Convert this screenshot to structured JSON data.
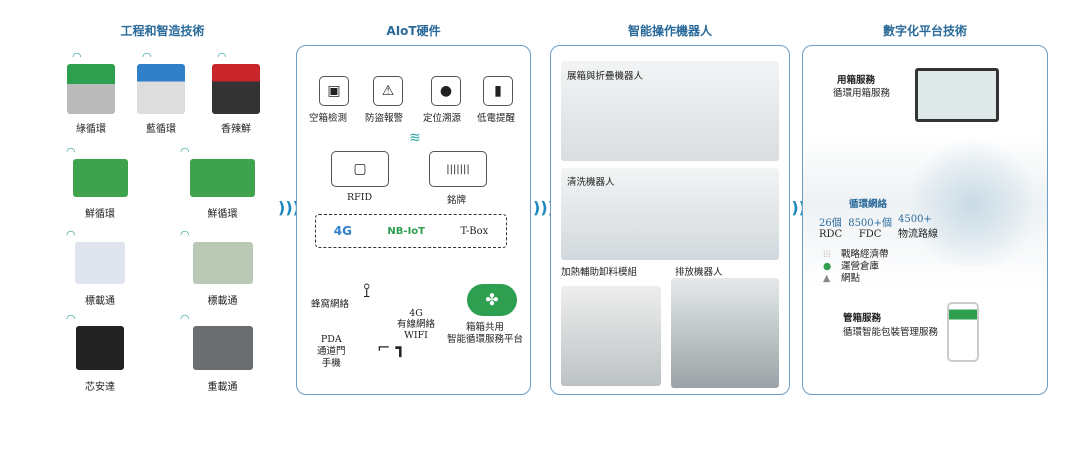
{
  "titles": [
    "工程和智造技術",
    "AIoT硬件",
    "智能操作機器人",
    "數字化平台技術"
  ],
  "containers": [
    "綠循環",
    "藍循環",
    "香辣鮮",
    "鮮循環",
    "鮮循環",
    "標載通",
    "標載通",
    "芯安達",
    "重載通"
  ],
  "aiot": {
    "icons": [
      "空箱檢測",
      "防盜報警",
      "定位溯源",
      "低電提醒"
    ],
    "rfid": "RFID",
    "nameplate": "銘牌",
    "net": [
      "4G",
      "NB-IoT",
      "T-Box"
    ],
    "cellular": "蜂窩網絡",
    "links": [
      "4G",
      "有線網絡",
      "WIFI"
    ],
    "devices": [
      "PDA",
      "通道門",
      "手機"
    ],
    "platform": [
      "箱箱共用",
      "智能循環服務平台"
    ]
  },
  "robots": [
    "展箱與折疊機器人",
    "清洗機器人",
    "加熱輔助卸料模組",
    "排放機器人"
  ],
  "digital": {
    "use_title": "用箱服務",
    "use_sub": "循環用箱服務",
    "net_title": "循環網絡",
    "stats": [
      {
        "n": "26個",
        "l": "RDC"
      },
      {
        "n": "8500+個",
        "l": "FDC"
      },
      {
        "n": "4500+",
        "l": "物流路線"
      }
    ],
    "legend": [
      "戰略經濟帶",
      "運營倉庫",
      "網點"
    ],
    "mgmt_title": "管箱服務",
    "mgmt_sub": "循環智能包裝管理服務"
  },
  "colors": {
    "accent": "#2a6a9a",
    "green": "#2e9e4f",
    "border": "#6d9cc7"
  }
}
